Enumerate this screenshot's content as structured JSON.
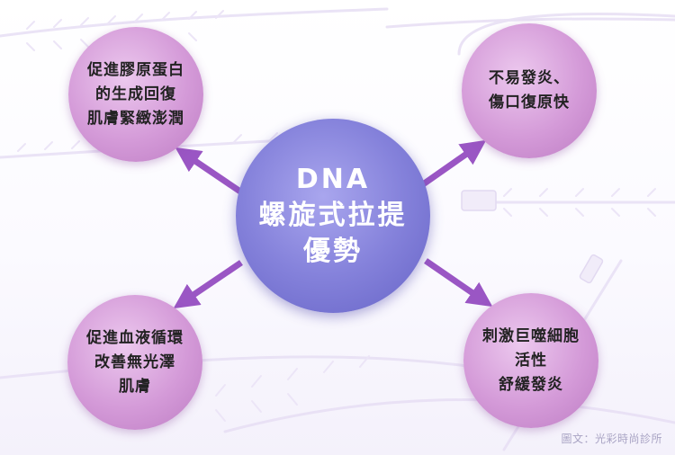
{
  "center": {
    "lines": [
      "DNA",
      "螺旋式拉提",
      "優勢"
    ]
  },
  "benefits": {
    "top_left": [
      "促進膠原蛋白",
      "的生成回復",
      "肌膚緊緻澎潤"
    ],
    "top_right": [
      "不易發炎、",
      "傷口復原快"
    ],
    "bottom_left": [
      "促進血液循環",
      "改善無光澤",
      "肌膚"
    ],
    "bottom_right": [
      "刺激巨噬細胞",
      "活性",
      "舒緩發炎"
    ]
  },
  "credit": "圖文：光彩時尚診所",
  "colors": {
    "center_circle": "#8582db",
    "benefit_circle": "#d49ad8",
    "arrow": "#9a56c4",
    "background_thread": "#e6def4"
  },
  "icons": [
    "arrow-icon",
    "pdo-thread-icon"
  ]
}
